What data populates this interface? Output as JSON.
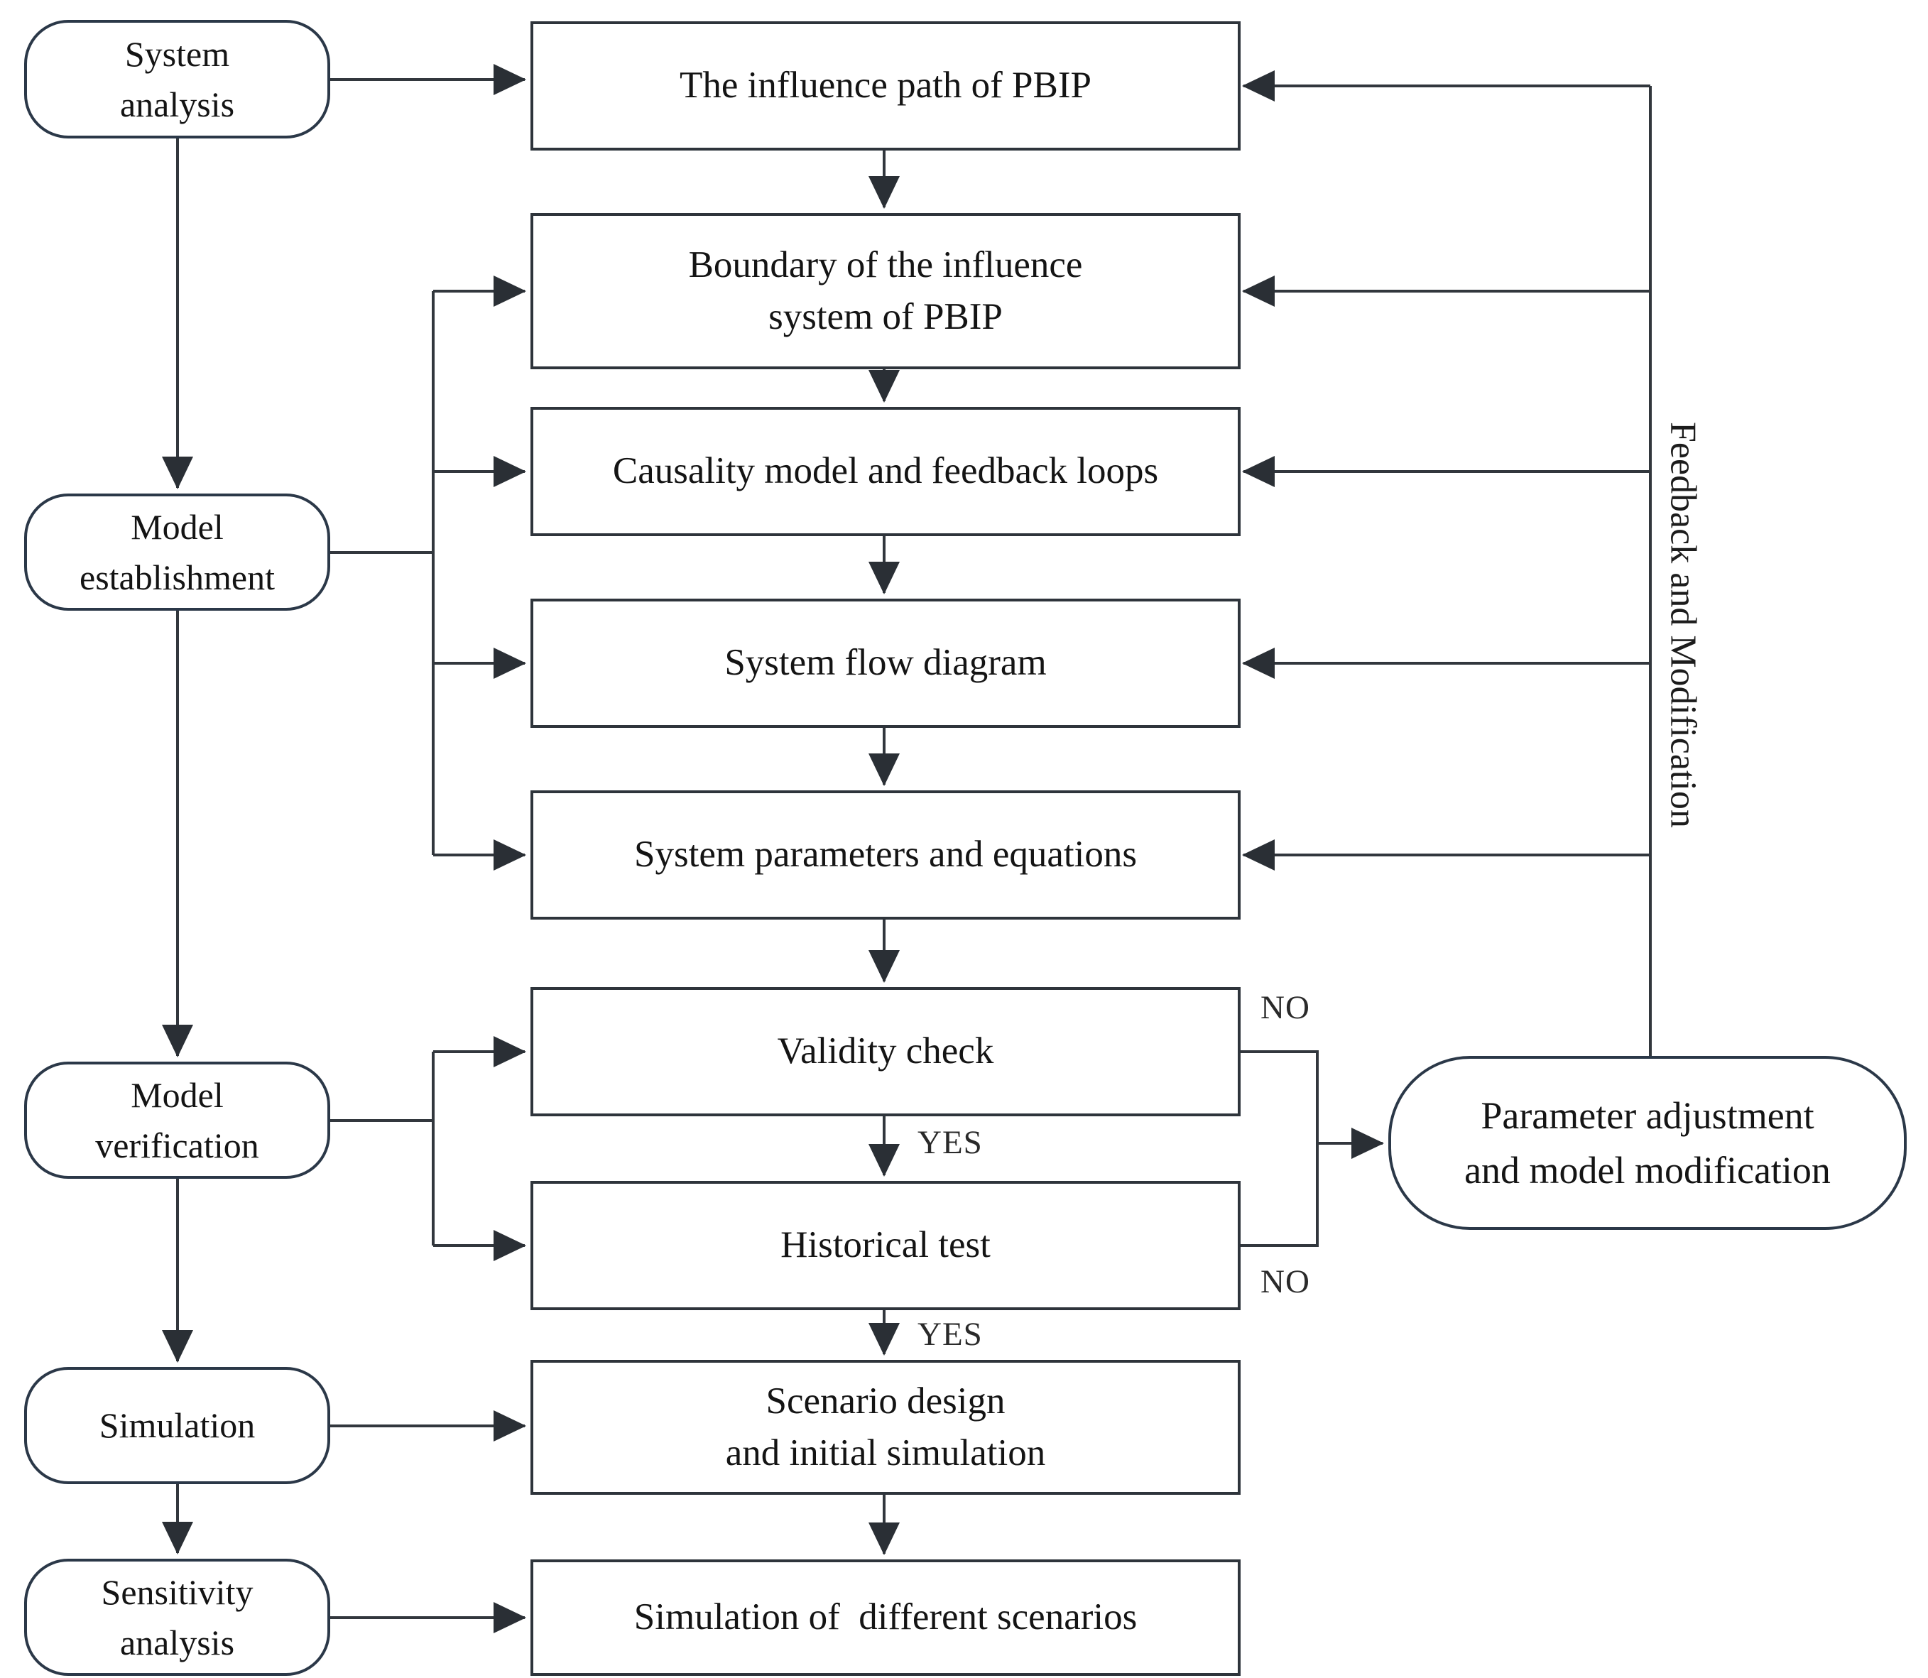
{
  "canvas": {
    "background": "#ffffff",
    "line_color": "#32373d",
    "text_color": "#141414"
  },
  "stages": [
    {
      "label": "System\nanalysis"
    },
    {
      "label": "Model\nestablishment"
    },
    {
      "label": "Model\nverification"
    },
    {
      "label": "Simulation"
    },
    {
      "label": "Sensitivity\nanalysis"
    }
  ],
  "steps": [
    {
      "label": "The influence path of PBIP"
    },
    {
      "label": "Boundary of the influence\nsystem of PBIP"
    },
    {
      "label": "Causality model and feedback loops"
    },
    {
      "label": "System flow diagram"
    },
    {
      "label": "System parameters and equations"
    },
    {
      "label": "Validity check"
    },
    {
      "label": "Historical test"
    },
    {
      "label": "Scenario design\nand initial simulation"
    },
    {
      "label": "Simulation of  different scenarios"
    }
  ],
  "feedback": {
    "box_label": "Parameter adjustment\nand model modification",
    "line_label": "Feedback and Modification"
  },
  "decisions": {
    "validity_no": "NO",
    "validity_yes": "YES",
    "historical_no": "NO",
    "historical_yes": "YES"
  }
}
